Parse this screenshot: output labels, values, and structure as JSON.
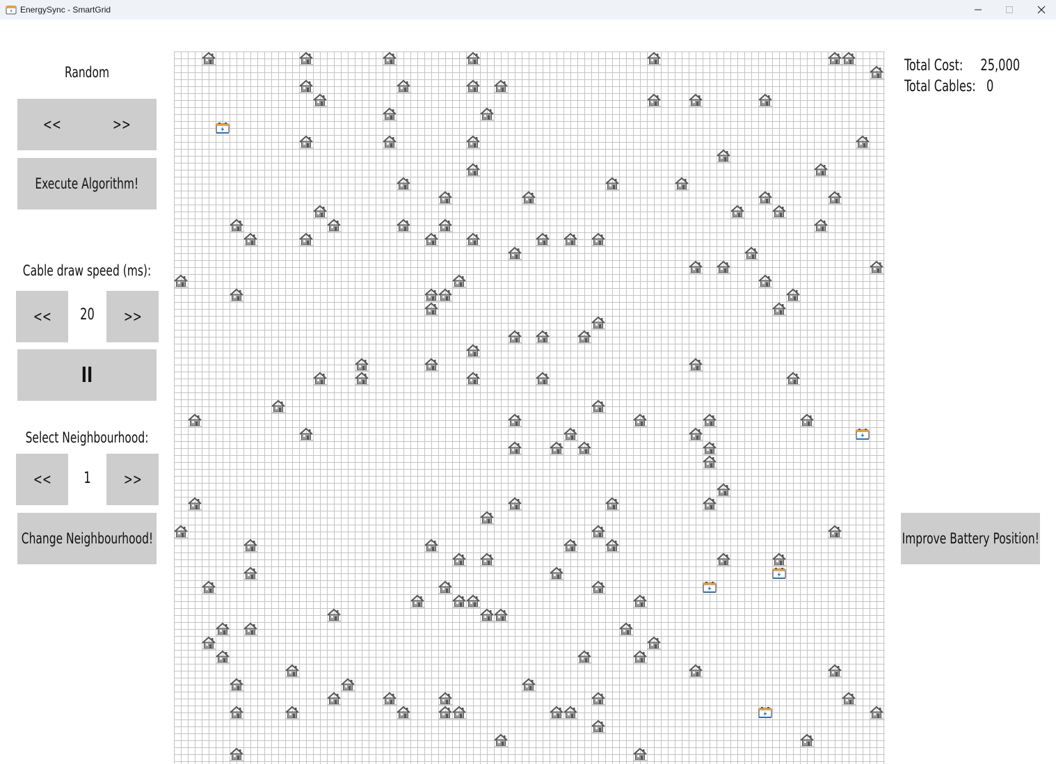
{
  "window": {
    "title": "EnergySync - SmartGrid",
    "controls": {
      "minimize": "—",
      "maximize": "☐",
      "close": "✕"
    }
  },
  "left_panel": {
    "mode_label": "Random",
    "mode_prev": "<<",
    "mode_next": ">>",
    "execute_label": "Execute Algorithm!",
    "speed_label": "Cable draw speed (ms):",
    "speed_prev": "<<",
    "speed_value": "20",
    "speed_next": ">>",
    "pause_label": "II",
    "neighbourhood_label": "Select Neighbourhood:",
    "neighbourhood_prev": "<<",
    "neighbourhood_value": "1",
    "neighbourhood_next": ">>",
    "change_label": "Change Neighbourhood!"
  },
  "right_panel": {
    "total_cost_label": "Total Cost:",
    "total_cost_value": "25,000",
    "total_cables_label": "Total Cables:",
    "total_cables_value": "0",
    "improve_label": "Improve Battery Position!"
  },
  "colors": {
    "button_bg": "#cdcdcd",
    "grid_line": "#c4c4c4",
    "house": "#555555",
    "battery_accent": "#e8a33a"
  },
  "grid": {
    "columns": 51,
    "rows": 51,
    "houses": [
      [
        2,
        0
      ],
      [
        9,
        0
      ],
      [
        15,
        0
      ],
      [
        21,
        0
      ],
      [
        34,
        0
      ],
      [
        47,
        0
      ],
      [
        48,
        0
      ],
      [
        50,
        1
      ],
      [
        9,
        2
      ],
      [
        16,
        2
      ],
      [
        21,
        2
      ],
      [
        23,
        2
      ],
      [
        10,
        3
      ],
      [
        34,
        3
      ],
      [
        37,
        3
      ],
      [
        42,
        3
      ],
      [
        15,
        4
      ],
      [
        22,
        4
      ],
      [
        9,
        6
      ],
      [
        15,
        6
      ],
      [
        21,
        6
      ],
      [
        49,
        6
      ],
      [
        39,
        7
      ],
      [
        21,
        8
      ],
      [
        46,
        8
      ],
      [
        16,
        9
      ],
      [
        31,
        9
      ],
      [
        36,
        9
      ],
      [
        19,
        10
      ],
      [
        25,
        10
      ],
      [
        42,
        10
      ],
      [
        47,
        10
      ],
      [
        10,
        11
      ],
      [
        40,
        11
      ],
      [
        43,
        11
      ],
      [
        4,
        12
      ],
      [
        11,
        12
      ],
      [
        16,
        12
      ],
      [
        19,
        12
      ],
      [
        46,
        12
      ],
      [
        5,
        13
      ],
      [
        9,
        13
      ],
      [
        18,
        13
      ],
      [
        21,
        13
      ],
      [
        26,
        13
      ],
      [
        28,
        13
      ],
      [
        30,
        13
      ],
      [
        24,
        14
      ],
      [
        41,
        14
      ],
      [
        37,
        15
      ],
      [
        39,
        15
      ],
      [
        50,
        15
      ],
      [
        0,
        16
      ],
      [
        20,
        16
      ],
      [
        42,
        16
      ],
      [
        4,
        17
      ],
      [
        18,
        17
      ],
      [
        19,
        17
      ],
      [
        44,
        17
      ],
      [
        18,
        18
      ],
      [
        43,
        18
      ],
      [
        30,
        19
      ],
      [
        24,
        20
      ],
      [
        26,
        20
      ],
      [
        29,
        20
      ],
      [
        21,
        21
      ],
      [
        13,
        22
      ],
      [
        18,
        22
      ],
      [
        37,
        22
      ],
      [
        10,
        23
      ],
      [
        13,
        23
      ],
      [
        21,
        23
      ],
      [
        26,
        23
      ],
      [
        44,
        23
      ],
      [
        7,
        25
      ],
      [
        30,
        25
      ],
      [
        1,
        26
      ],
      [
        24,
        26
      ],
      [
        33,
        26
      ],
      [
        38,
        26
      ],
      [
        45,
        26
      ],
      [
        9,
        27
      ],
      [
        28,
        27
      ],
      [
        37,
        27
      ],
      [
        24,
        28
      ],
      [
        27,
        28
      ],
      [
        29,
        28
      ],
      [
        38,
        28
      ],
      [
        38,
        29
      ],
      [
        39,
        31
      ],
      [
        1,
        32
      ],
      [
        24,
        32
      ],
      [
        31,
        32
      ],
      [
        38,
        32
      ],
      [
        22,
        33
      ],
      [
        0,
        34
      ],
      [
        30,
        34
      ],
      [
        47,
        34
      ],
      [
        5,
        35
      ],
      [
        18,
        35
      ],
      [
        28,
        35
      ],
      [
        31,
        35
      ],
      [
        20,
        36
      ],
      [
        22,
        36
      ],
      [
        39,
        36
      ],
      [
        43,
        36
      ],
      [
        5,
        37
      ],
      [
        27,
        37
      ],
      [
        2,
        38
      ],
      [
        19,
        38
      ],
      [
        30,
        38
      ],
      [
        17,
        39
      ],
      [
        20,
        39
      ],
      [
        21,
        39
      ],
      [
        33,
        39
      ],
      [
        11,
        40
      ],
      [
        22,
        40
      ],
      [
        23,
        40
      ],
      [
        3,
        41
      ],
      [
        5,
        41
      ],
      [
        32,
        41
      ],
      [
        2,
        42
      ],
      [
        34,
        42
      ],
      [
        3,
        43
      ],
      [
        29,
        43
      ],
      [
        33,
        43
      ],
      [
        8,
        44
      ],
      [
        37,
        44
      ],
      [
        47,
        44
      ],
      [
        4,
        45
      ],
      [
        12,
        45
      ],
      [
        25,
        45
      ],
      [
        11,
        46
      ],
      [
        15,
        46
      ],
      [
        19,
        46
      ],
      [
        30,
        46
      ],
      [
        48,
        46
      ],
      [
        4,
        47
      ],
      [
        8,
        47
      ],
      [
        16,
        47
      ],
      [
        19,
        47
      ],
      [
        20,
        47
      ],
      [
        27,
        47
      ],
      [
        28,
        47
      ],
      [
        50,
        47
      ],
      [
        30,
        48
      ],
      [
        23,
        49
      ],
      [
        45,
        49
      ],
      [
        4,
        50
      ],
      [
        33,
        50
      ]
    ],
    "batteries": [
      [
        3,
        5
      ],
      [
        49,
        27
      ],
      [
        38,
        38
      ],
      [
        43,
        37
      ],
      [
        42,
        47
      ]
    ]
  }
}
